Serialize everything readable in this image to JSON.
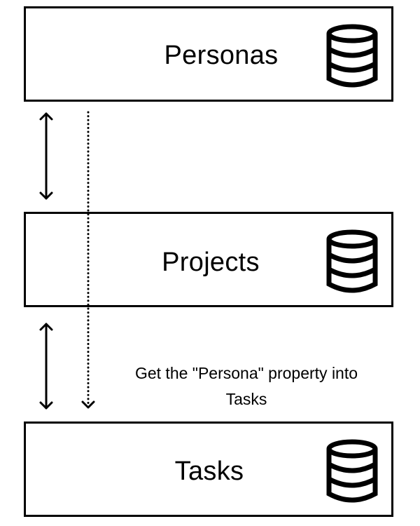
{
  "databases": [
    {
      "label": "Personas",
      "icon": "database-icon"
    },
    {
      "label": "Projects",
      "icon": "database-icon"
    },
    {
      "label": "Tasks",
      "icon": "database-icon"
    }
  ],
  "relations": [
    {
      "from": "Personas",
      "to": "Projects",
      "style": "solid",
      "direction": "bidirectional"
    },
    {
      "from": "Projects",
      "to": "Tasks",
      "style": "solid",
      "direction": "bidirectional"
    },
    {
      "from": "Personas",
      "to": "Tasks",
      "style": "dotted",
      "direction": "one-way"
    }
  ],
  "annotation": {
    "line1": "Get the \"Persona\" property into",
    "line2": "Tasks"
  },
  "colors": {
    "stroke": "#000000",
    "background": "#ffffff"
  }
}
